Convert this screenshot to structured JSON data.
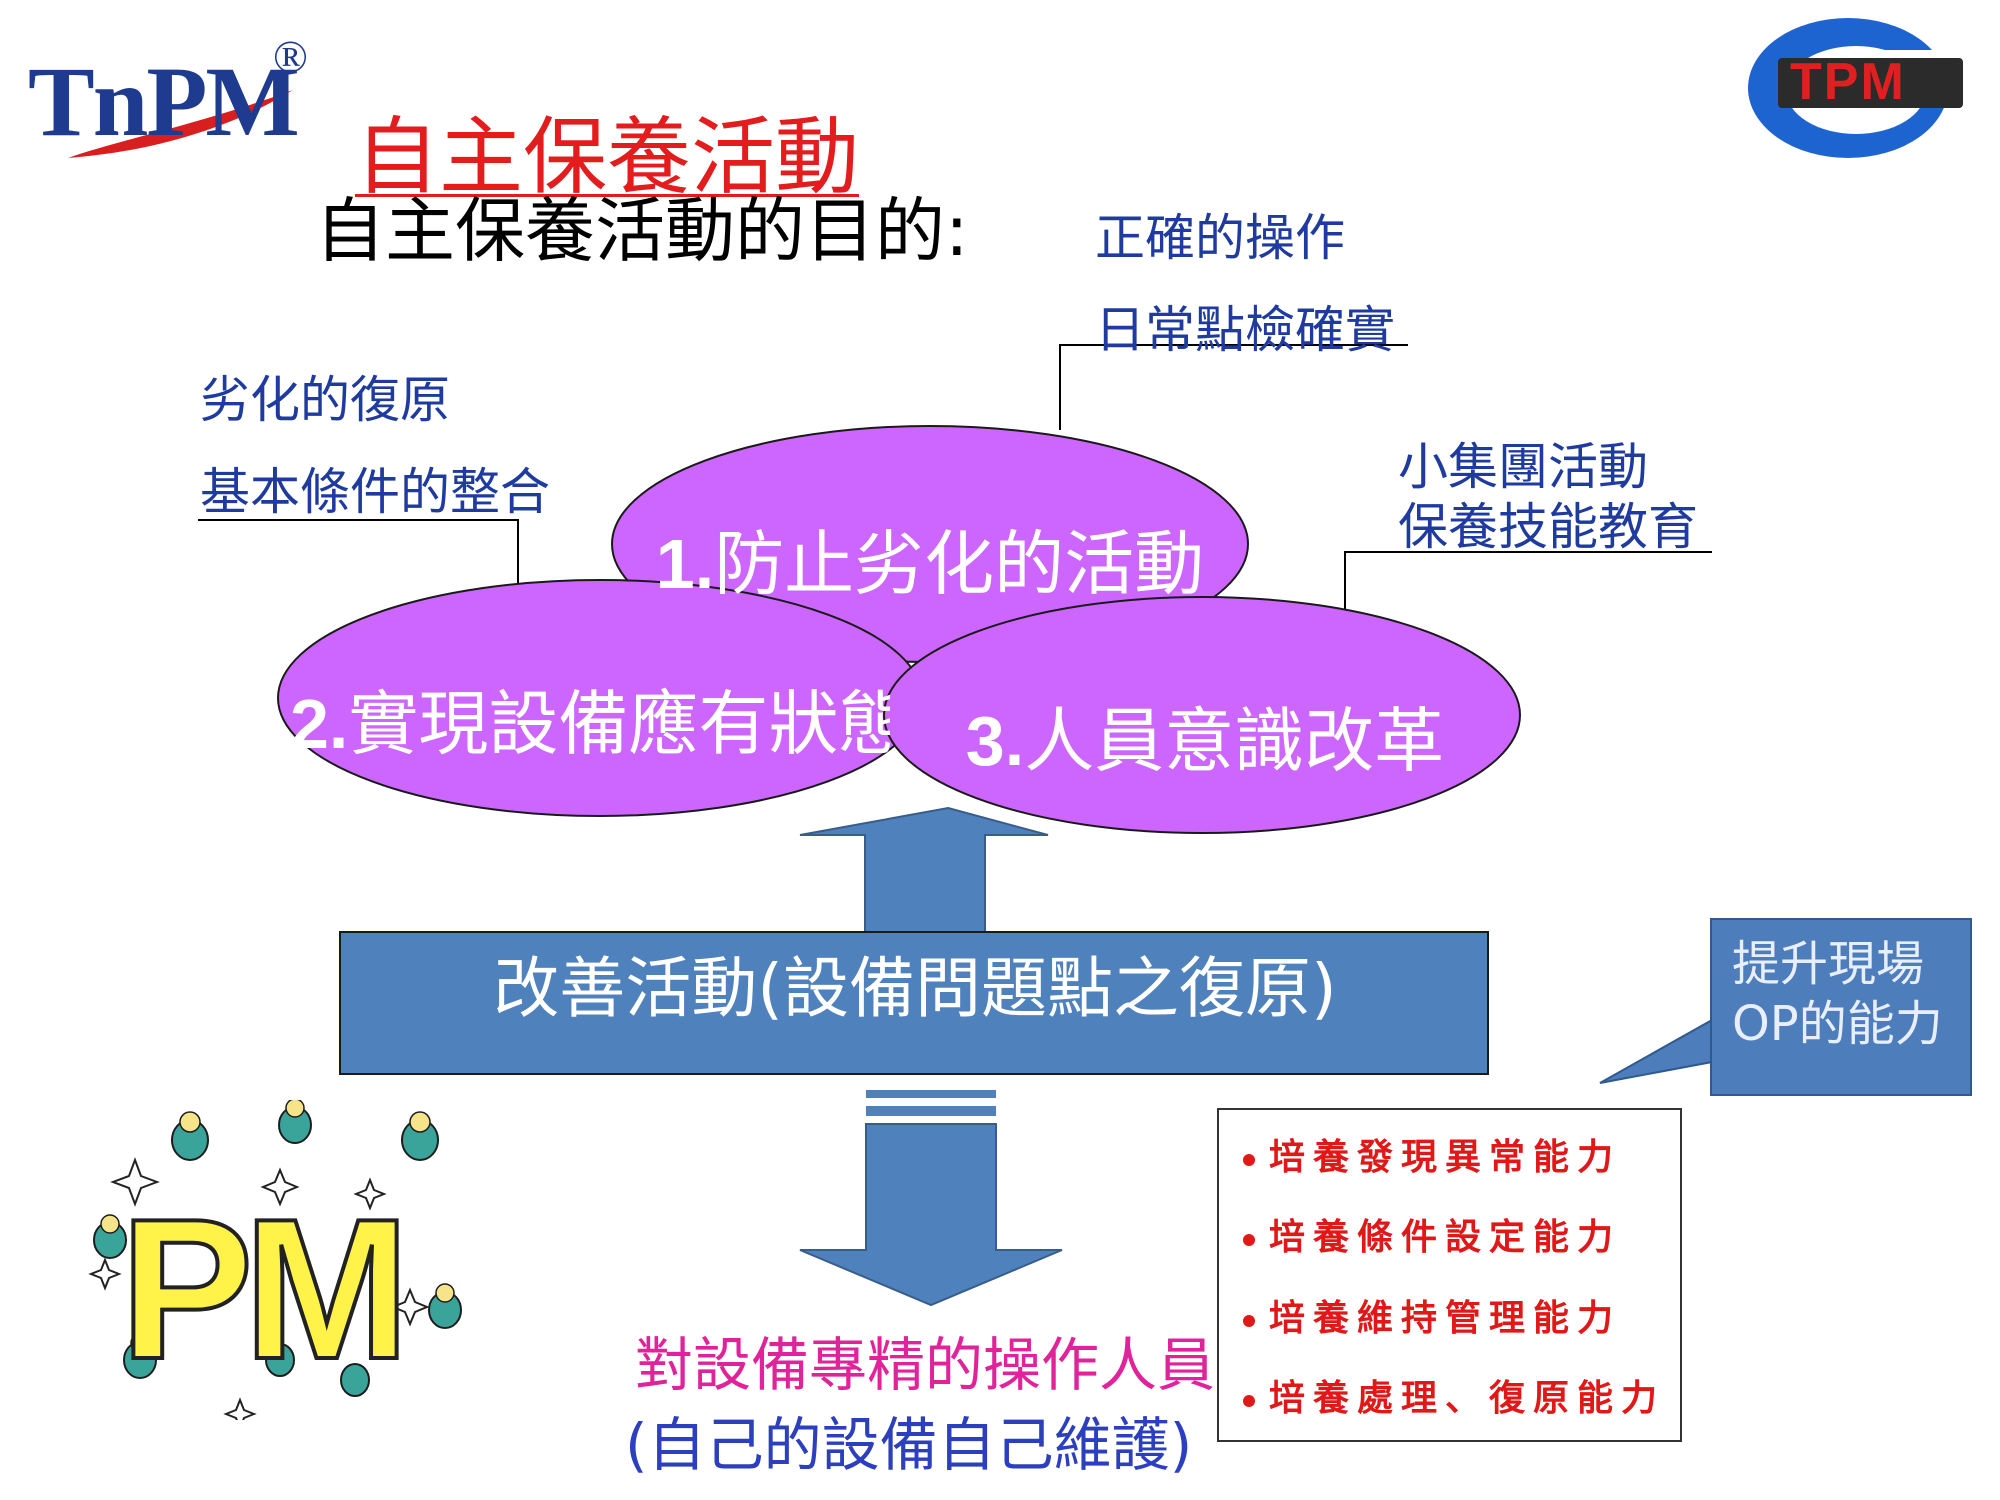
{
  "logos": {
    "tnpm": {
      "text": "TnPM",
      "reg": "®"
    },
    "tpm": {
      "text": "TPM"
    }
  },
  "title": "自主保養活動",
  "subtitle": "自主保養活動的目的:",
  "notes": {
    "top_right": [
      "正確的操作",
      "日常點檢確實"
    ],
    "left": [
      "劣化的復原",
      "基本條件的整合"
    ],
    "right": [
      "小集團活動",
      "保養技能教育"
    ]
  },
  "ellipses": [
    {
      "num": "1.",
      "label": "防止劣化的活動"
    },
    {
      "num": "2.",
      "label": "實現設備應有狀態"
    },
    {
      "num": "3.",
      "label": "人員意識改革"
    }
  ],
  "improvement": "改善活動(設備問題點之復原)",
  "op_callout": [
    "提升現場",
    "OP的能力"
  ],
  "abilities": [
    "培養發現異常能力",
    "培養條件設定能力",
    "培養維持管理能力",
    "培養處理、復原能力"
  ],
  "result": {
    "title": "對設備專精的操作人員",
    "subtitle": "(自己的設備自己維護)"
  },
  "illustration": {
    "text": "PM"
  },
  "colors": {
    "ellipse_fill": "#cc66ff",
    "box_fill": "#4f81bd",
    "title_red": "#e31d1d",
    "note_blue": "#1f3b9f",
    "ability_red": "#e01818",
    "result_pink": "#e0239a",
    "result_blue": "#2b3fbf"
  }
}
